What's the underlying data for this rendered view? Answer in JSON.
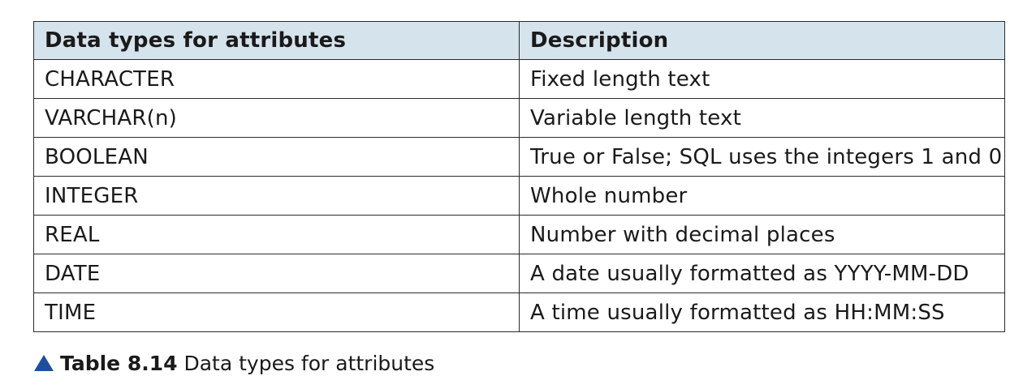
{
  "table": {
    "headers": [
      "Data types for attributes",
      "Description"
    ],
    "rows": [
      [
        "CHARACTER",
        "Fixed length text"
      ],
      [
        "VARCHAR(n)",
        "Variable length text"
      ],
      [
        "BOOLEAN",
        "True or False; SQL uses the integers 1 and 0"
      ],
      [
        "INTEGER",
        "Whole number"
      ],
      [
        "REAL",
        "Number with decimal places"
      ],
      [
        "DATE",
        "A date usually formatted as YYYY-MM-DD"
      ],
      [
        "TIME",
        "A time usually formatted as HH:MM:SS"
      ]
    ]
  },
  "caption": {
    "icon": "triangle-up-icon",
    "label": "Table 8.14",
    "text": "Data types for attributes"
  },
  "colors": {
    "header_background": "#d5e3ec",
    "border": "#2b2b2b",
    "caption_icon": "#1f4e9c"
  }
}
